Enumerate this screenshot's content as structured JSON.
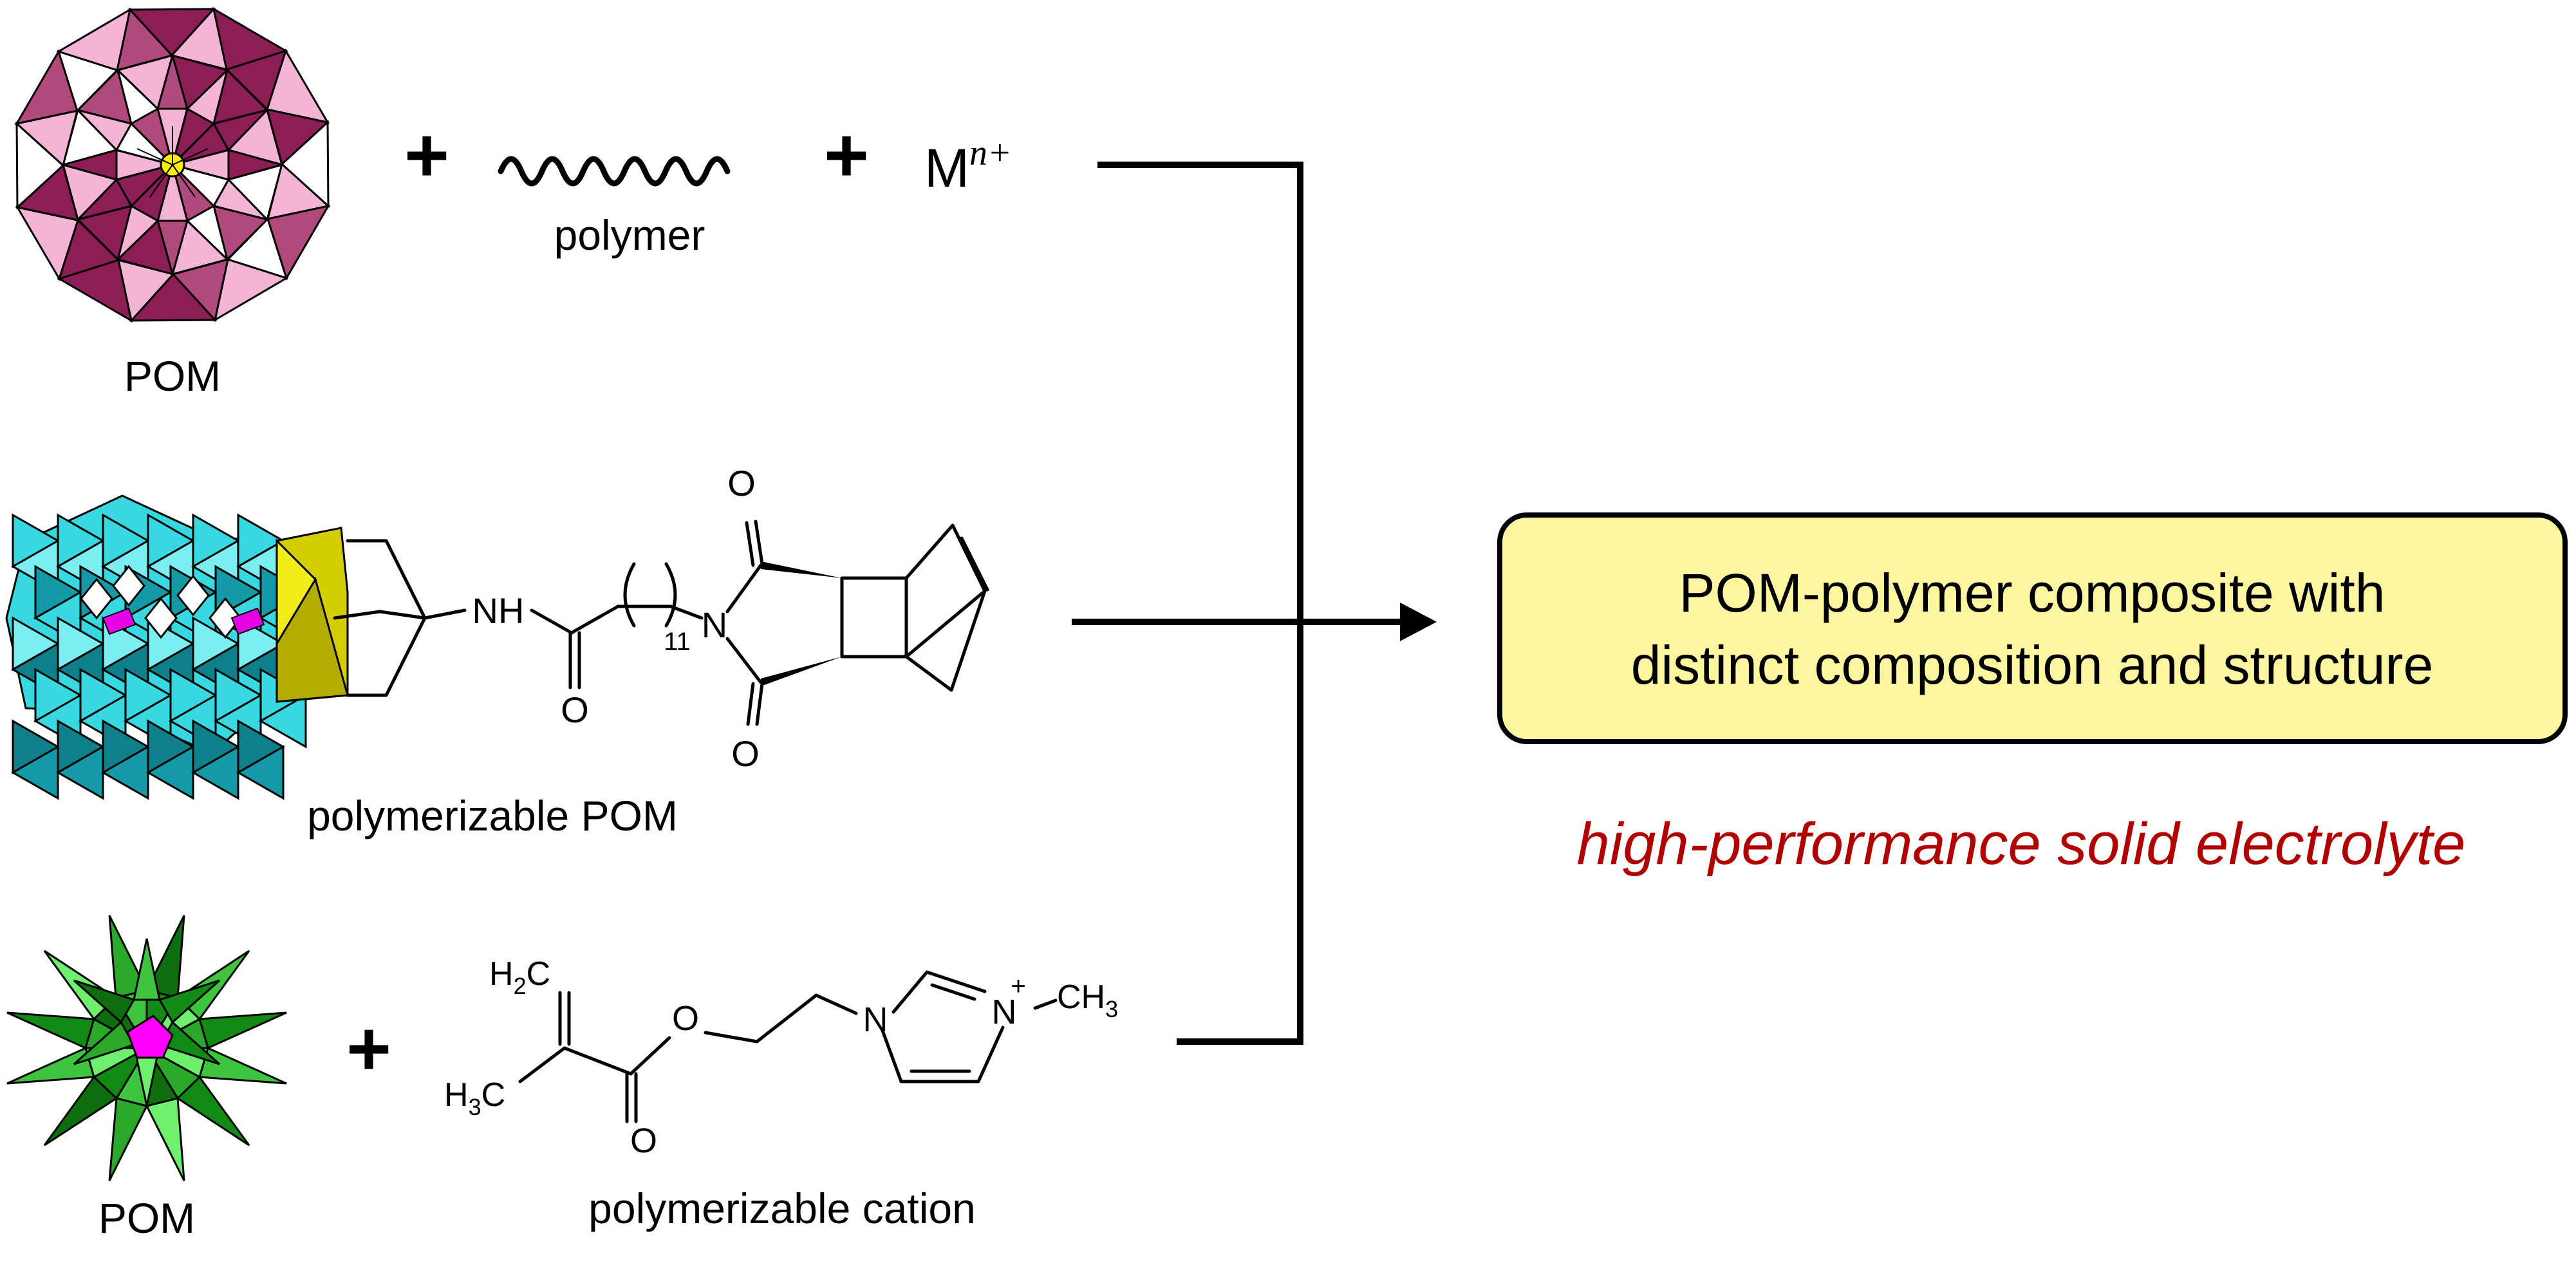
{
  "colors": {
    "background": "#ffffff",
    "pom1_dark": "#8b1e55",
    "pom1_mid": "#b04a7c",
    "pom1_light": "#f4b4d6",
    "pom1_center": "#ffee00",
    "pom2_cyan": "#38d8e0",
    "pom2_cyan_dark": "#149aa6",
    "pom2_yellow": "#d4cd00",
    "pom2_core": "#e600e6",
    "pom3_green": "#3fc43f",
    "pom3_green_dark": "#138a13",
    "pom3_green_light": "#6ef06e",
    "pom3_core": "#ff00ff",
    "result_box_fill": "#fcf6a0",
    "result_box_stroke": "#000000",
    "tagline": "#b00000"
  },
  "icons": [
    "keggin-pom-icon",
    "anderson-pom-icon",
    "dawson-pom-icon",
    "polymer-chain-icon",
    "right-arrow-icon"
  ],
  "row1": {
    "pom_label": "POM",
    "plus1": "+",
    "polymer_label": "polymer",
    "plus2": "+",
    "metal_symbol": "M",
    "metal_charge": "n+"
  },
  "row2": {
    "label": "polymerizable POM",
    "atoms": {
      "nh": "NH",
      "o_amide": "O",
      "n_imide": "N",
      "o_imide_top": "O",
      "o_imide_bottom": "O",
      "repeat": "11"
    }
  },
  "row3": {
    "pom_label": "POM",
    "plus": "+",
    "cation_label": "polymerizable cation",
    "atoms": {
      "h2c": "H",
      "h2c_sub": "2",
      "h2c_c": "C",
      "h3c": "H",
      "h3c_sub": "3",
      "h3c_c": "C",
      "o_ester": "O",
      "o_carbonyl": "O",
      "n1": "N",
      "n3": "N",
      "charge": "+",
      "ch3": "CH",
      "ch3_sub": "3"
    }
  },
  "result": {
    "line1": "POM-polymer composite with",
    "line2": "distinct composition and structure"
  },
  "tagline": "high-performance solid electrolyte"
}
